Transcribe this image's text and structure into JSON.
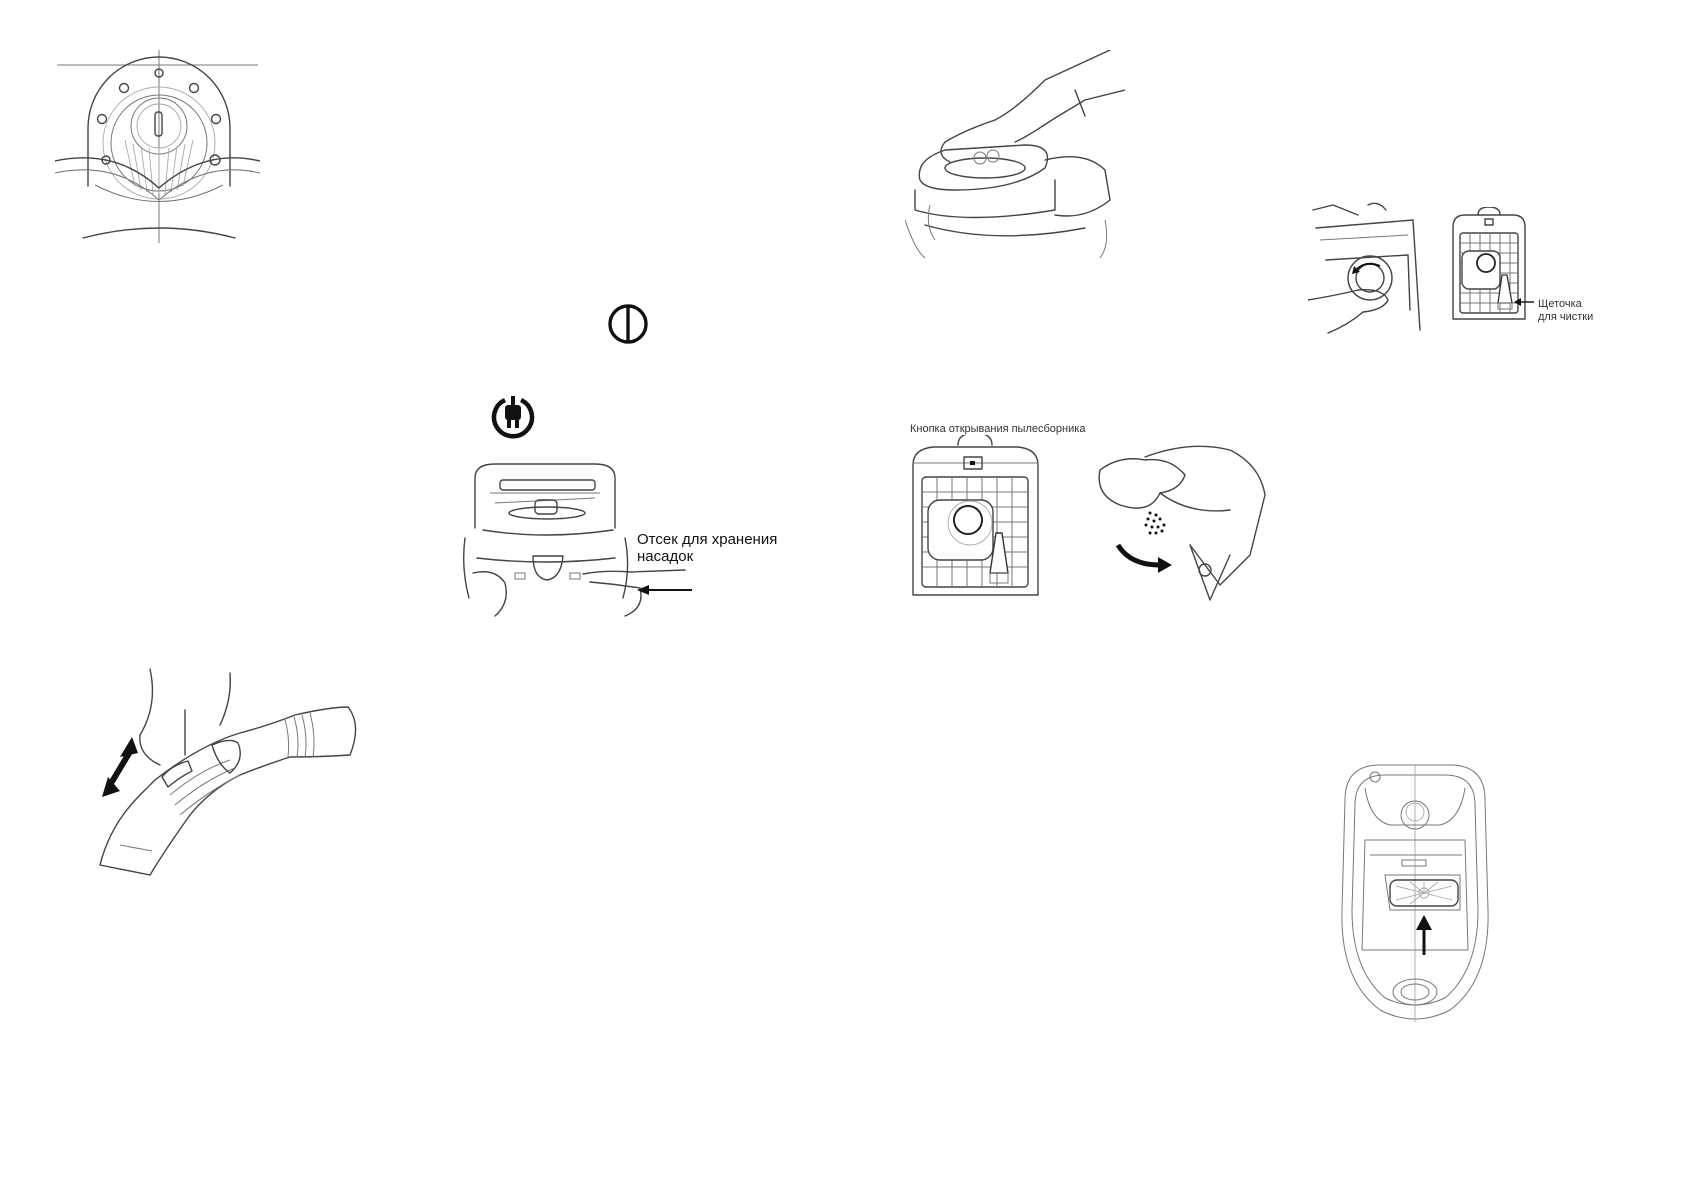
{
  "page": {
    "type": "vacuum cleaner instruction manual page",
    "background": "#ffffff",
    "line_color": "#444444"
  },
  "figures": [
    {
      "id": "power-dial",
      "icon": "dial-knob-illustration"
    },
    {
      "id": "hose-airflow-slider",
      "icon": "hose-slider-illustration",
      "arrow": "double-headed"
    },
    {
      "id": "power-symbol",
      "icon": "on-off-symbol"
    },
    {
      "id": "cord-rewind-symbol",
      "icon": "cord-rewind-symbol"
    },
    {
      "id": "accessory-compartment",
      "icon": "accessory-compartment-illustration"
    },
    {
      "id": "lift-container",
      "icon": "lift-dust-container-illustration"
    },
    {
      "id": "dust-container-open",
      "icon": "dust-container-release-illustration"
    },
    {
      "id": "empty-container",
      "icon": "empty-dust-container-illustration"
    },
    {
      "id": "filter-twist",
      "icon": "filter-twist-illustration"
    },
    {
      "id": "filter-brush",
      "icon": "filter-brush-illustration"
    },
    {
      "id": "exhaust-filter",
      "icon": "exhaust-filter-illustration",
      "arrow": "up"
    }
  ],
  "captions": {
    "accessory_compartment_line1": "Отсек для хранения",
    "accessory_compartment_line2": "насадок",
    "dust_container_button": "Кнопка открывания пылесборника",
    "cleaning_brush_line1": "Щеточка",
    "cleaning_brush_line2": "для чистки"
  }
}
